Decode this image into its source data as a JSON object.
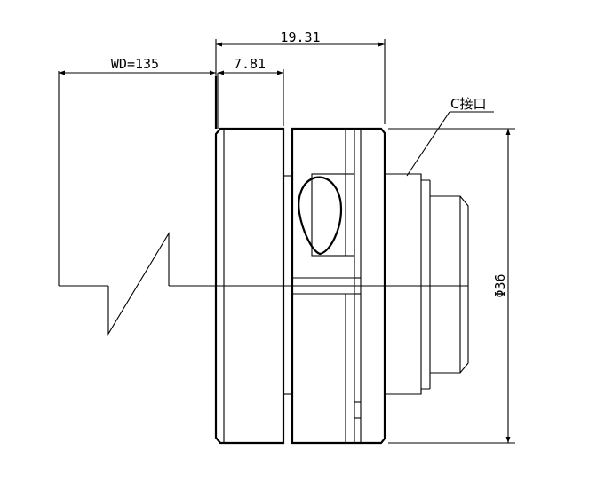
{
  "drawing": {
    "dimensions": {
      "overall_length": "19.31",
      "working_distance": "WD=135",
      "flange_length": "7.81",
      "diameter": "Φ36"
    },
    "callouts": {
      "mount_label": "C接口"
    }
  }
}
